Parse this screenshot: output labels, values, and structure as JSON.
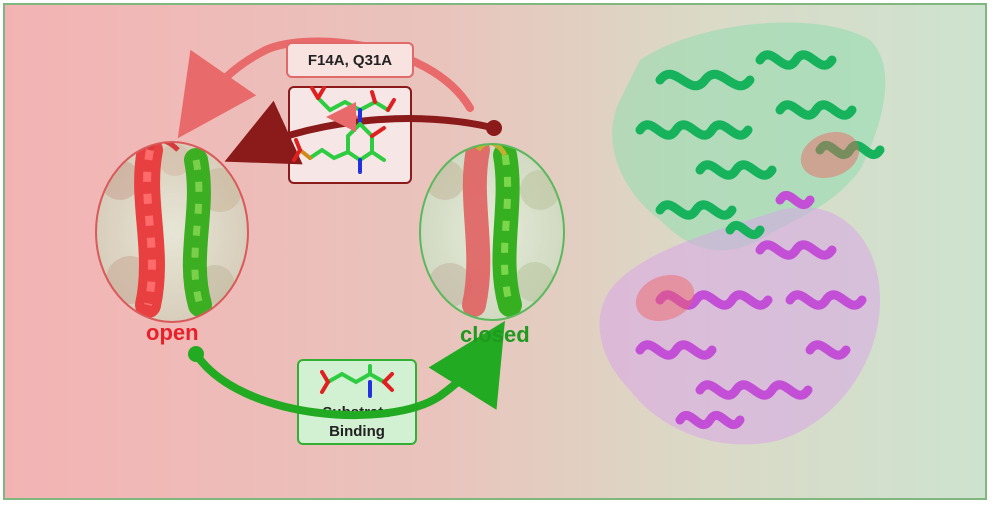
{
  "labels": {
    "open": "open",
    "closed": "closed",
    "mutations": "F14A, Q31A",
    "substrate_line1": "Substrate",
    "substrate_line2": "Binding"
  },
  "colors": {
    "open_red": "#e8202a",
    "closed_green": "#1f9a1f",
    "mutation_arrow": "#e86a6a",
    "inhibitor_arrow": "#8b1a1a",
    "binding_arrow": "#22aa22",
    "protein_green": "#17b560",
    "protein_magenta": "#c24fd6"
  }
}
